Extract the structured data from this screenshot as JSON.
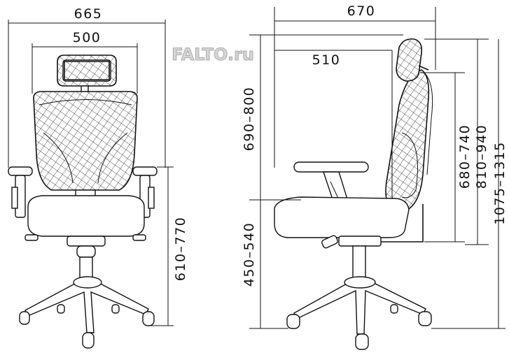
{
  "watermark": "FALTO.ru",
  "front_view": {
    "overall_width": "665",
    "back_width": "500",
    "armrest_height": "610–770"
  },
  "side_view": {
    "overall_depth": "670",
    "seat_depth": "510",
    "back_height": "690–800",
    "seat_height": "450–540",
    "headrest_range": "680–740",
    "top_of_back": "810–940",
    "total_height": "1075–1315"
  }
}
